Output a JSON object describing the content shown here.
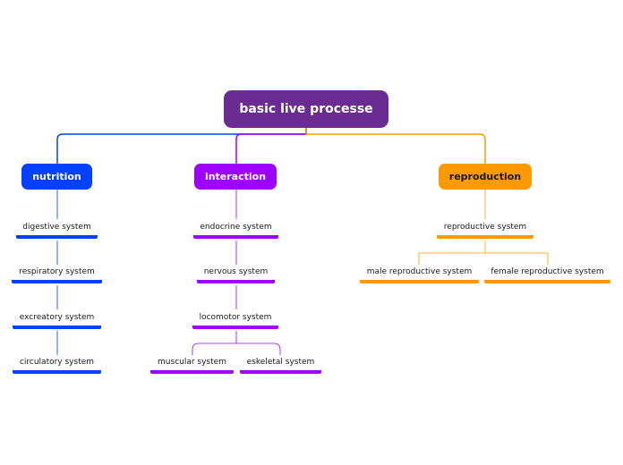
{
  "colors": {
    "root": "#6a2c91",
    "nutrition": "#0040ff",
    "interaction": "#9e00ff",
    "reproduction": "#ff9900",
    "leaf_text": "#1a1a1a"
  },
  "root": {
    "label": "basic live processe"
  },
  "nutrition": {
    "label": "nutrition",
    "items": [
      "digestive system",
      "respiratory system",
      "excreatory system",
      "circulatory system"
    ]
  },
  "interaction": {
    "label": "interaction",
    "items": [
      "endocrine system",
      "nervous system",
      "locomotor system"
    ],
    "locomotor_children": [
      "muscular system",
      "eskeletal system"
    ]
  },
  "reproduction": {
    "label": "reproduction",
    "items": [
      "reproductive system"
    ],
    "reproductive_children": [
      "male reproductive system",
      "female reproductive system"
    ]
  }
}
